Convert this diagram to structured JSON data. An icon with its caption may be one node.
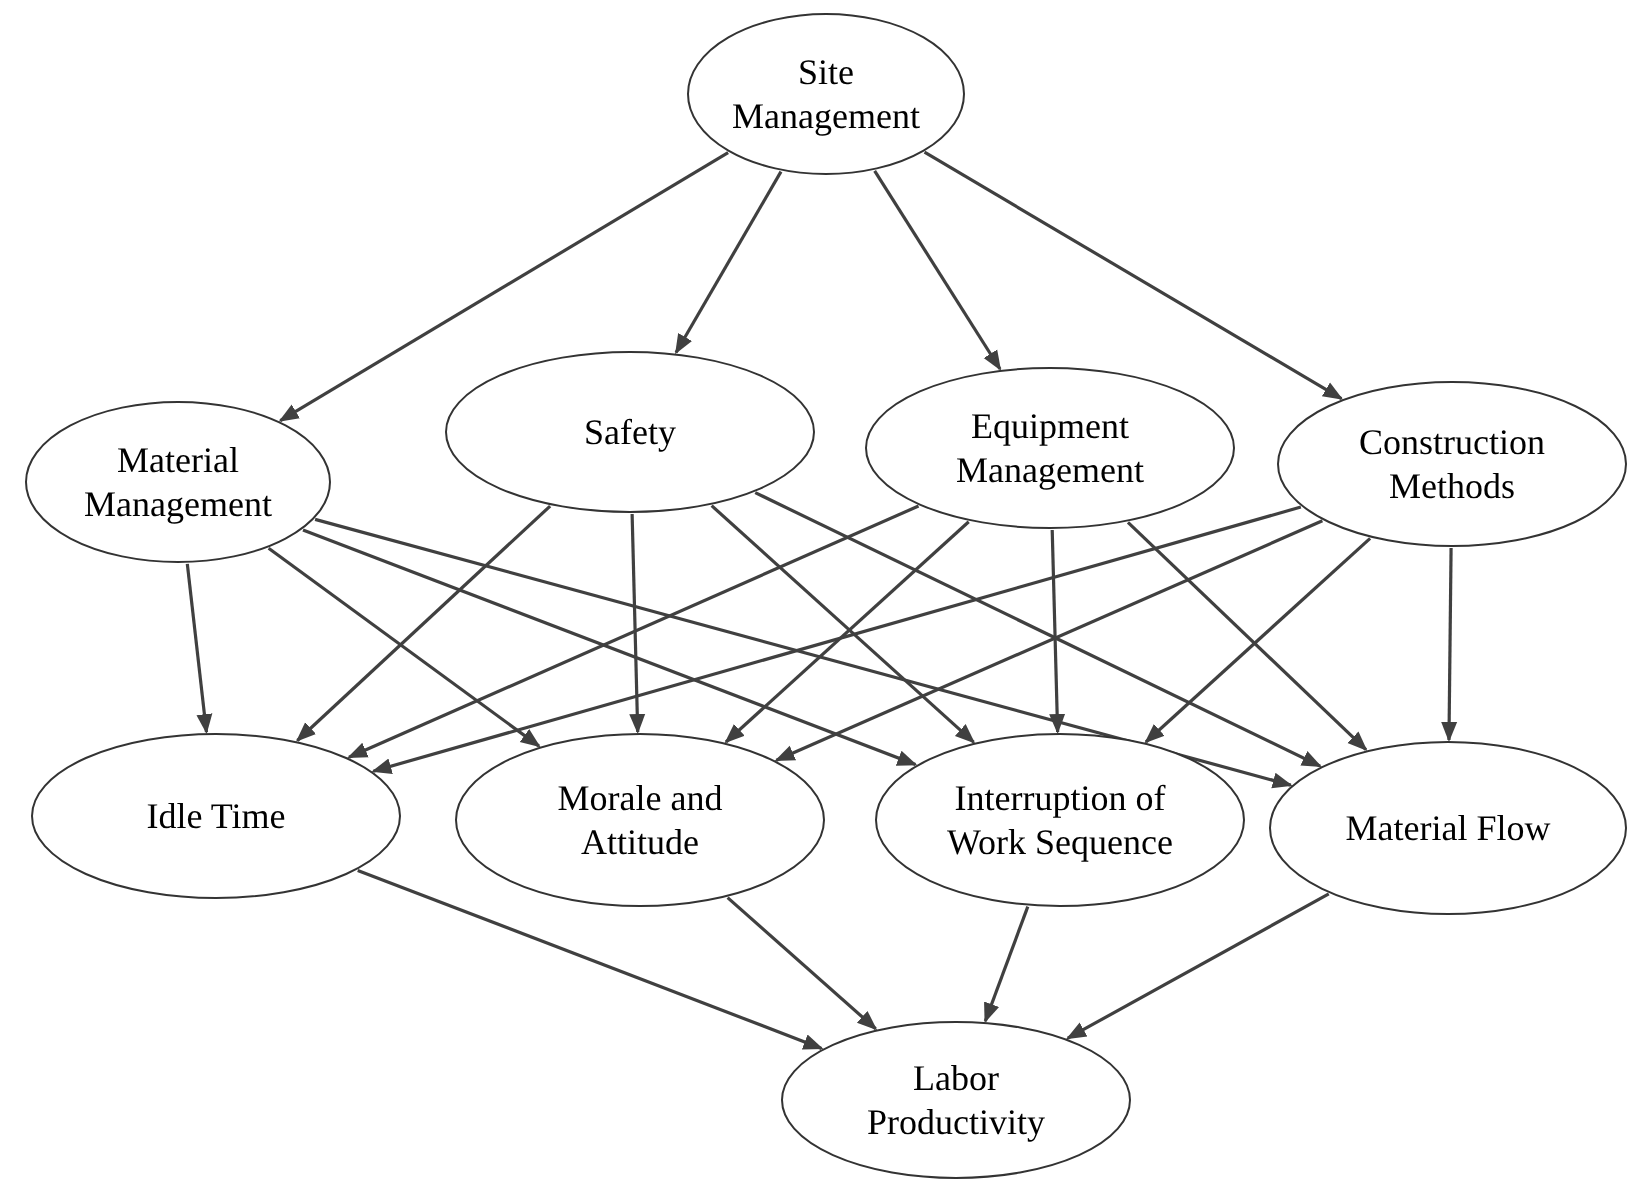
{
  "diagram": {
    "nodes": [
      {
        "text": [
          "Site Management"
        ]
      },
      {
        "text": [
          "Material Management"
        ]
      },
      {
        "text": [
          "Safety"
        ]
      },
      {
        "text": [
          "Equipment Management"
        ]
      },
      {
        "text": [
          "Construction Methods"
        ]
      },
      {
        "text": [
          "Idle Time"
        ]
      },
      {
        "text": [
          "Morale and Attitude"
        ]
      },
      {
        "text": [
          "Interruption of Work Sequence"
        ]
      },
      {
        "text": [
          "Material Flow"
        ]
      },
      {
        "text": [
          "Labor Productivity"
        ]
      }
    ],
    "edges": [
      {
        "from": 0,
        "to": 1,
        "arrow": "to"
      },
      {
        "from": 0,
        "to": 2,
        "arrow": "to"
      },
      {
        "from": 0,
        "to": 3,
        "arrow": "to"
      },
      {
        "from": 0,
        "to": 4,
        "arrow": "to"
      },
      {
        "from": 1,
        "to": 5,
        "arrow": "to"
      },
      {
        "from": 1,
        "to": 6,
        "arrow": "to"
      },
      {
        "from": 1,
        "to": 7,
        "arrow": "to"
      },
      {
        "from": 1,
        "to": 8,
        "arrow": "to"
      },
      {
        "from": 2,
        "to": 5,
        "arrow": "to"
      },
      {
        "from": 2,
        "to": 6,
        "arrow": "to"
      },
      {
        "from": 2,
        "to": 7,
        "arrow": "to"
      },
      {
        "from": 2,
        "to": 8,
        "arrow": "to"
      },
      {
        "from": 3,
        "to": 5,
        "arrow": "to"
      },
      {
        "from": 3,
        "to": 6,
        "arrow": "to"
      },
      {
        "from": 3,
        "to": 7,
        "arrow": "to"
      },
      {
        "from": 3,
        "to": 8,
        "arrow": "to"
      },
      {
        "from": 4,
        "to": 5,
        "arrow": "to"
      },
      {
        "from": 4,
        "to": 6,
        "arrow": "to"
      },
      {
        "from": 4,
        "to": 7,
        "arrow": "to"
      },
      {
        "from": 4,
        "to": 8,
        "arrow": "to"
      },
      {
        "from": 5,
        "to": 9,
        "arrow": "to"
      },
      {
        "from": 6,
        "to": 9,
        "arrow": "to"
      },
      {
        "from": 7,
        "to": 9,
        "arrow": "to"
      },
      {
        "from": 8,
        "to": 9,
        "arrow": "to"
      }
    ]
  }
}
